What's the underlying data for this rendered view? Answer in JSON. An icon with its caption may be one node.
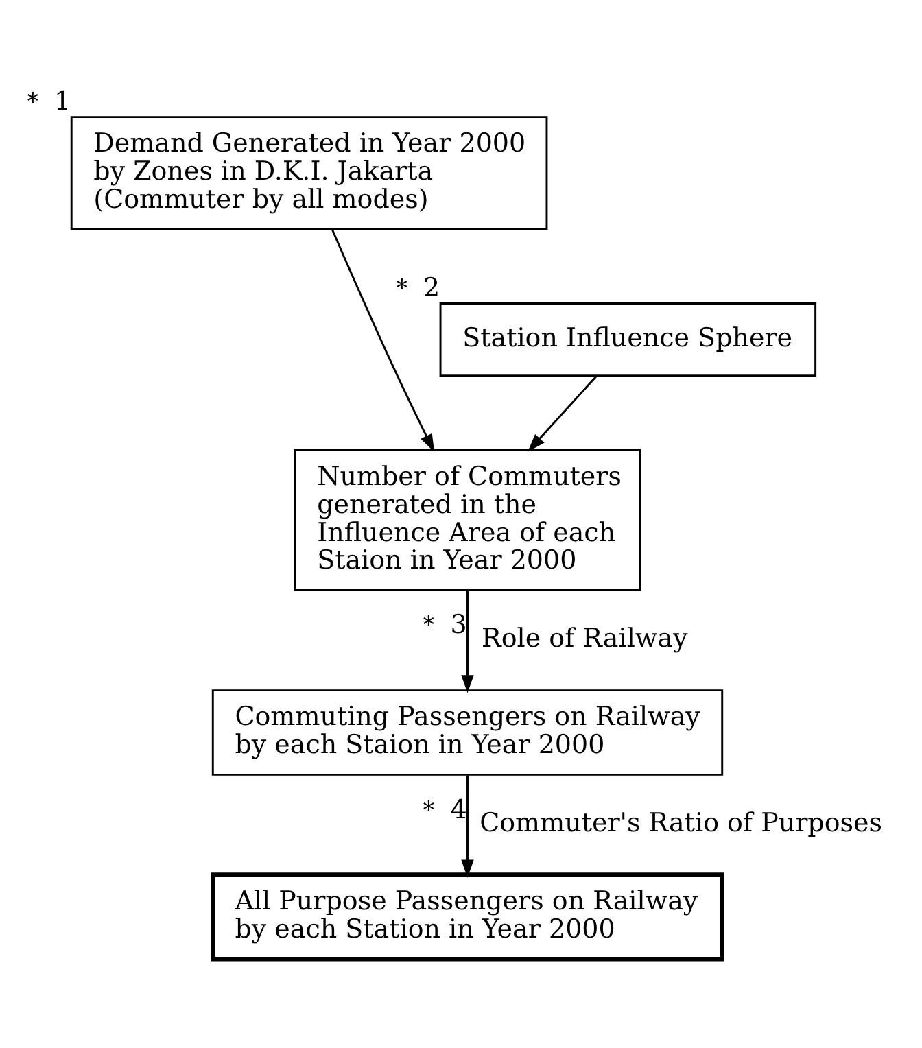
{
  "diagram": {
    "nodes": [
      {
        "text": [
          "Demand Generated in Year 2000 by Zones in D.K.I. Jakarta (Commuter by all modes)"
        ],
        "beside": [
          "＊ 1"
        ]
      },
      {
        "text": [
          "Station Influence Sphere"
        ],
        "beside": [
          "＊ 2"
        ]
      },
      {
        "text": [
          "Number of Commuters generated in the Influence Area of each Staion in Year 2000"
        ]
      },
      {
        "text": [
          "Commuting Passengers on Railway by each Staion in Year 2000"
        ]
      },
      {
        "text": [
          "All Purpose Passengers on Railway by each Station in Year 2000"
        ]
      }
    ],
    "edges": [
      {
        "from": 0,
        "to": 2,
        "arrow": "to"
      },
      {
        "from": 1,
        "to": 2,
        "arrow": "to"
      },
      {
        "from": 2,
        "to": 3,
        "arrow": "to",
        "label": "Role of Railway"
      },
      {
        "from": 3,
        "to": 4,
        "arrow": "to",
        "label": "Commuter's Ratio of Purposes"
      }
    ],
    "labels": [
      "＊ 3",
      "＊ 4"
    ]
  }
}
